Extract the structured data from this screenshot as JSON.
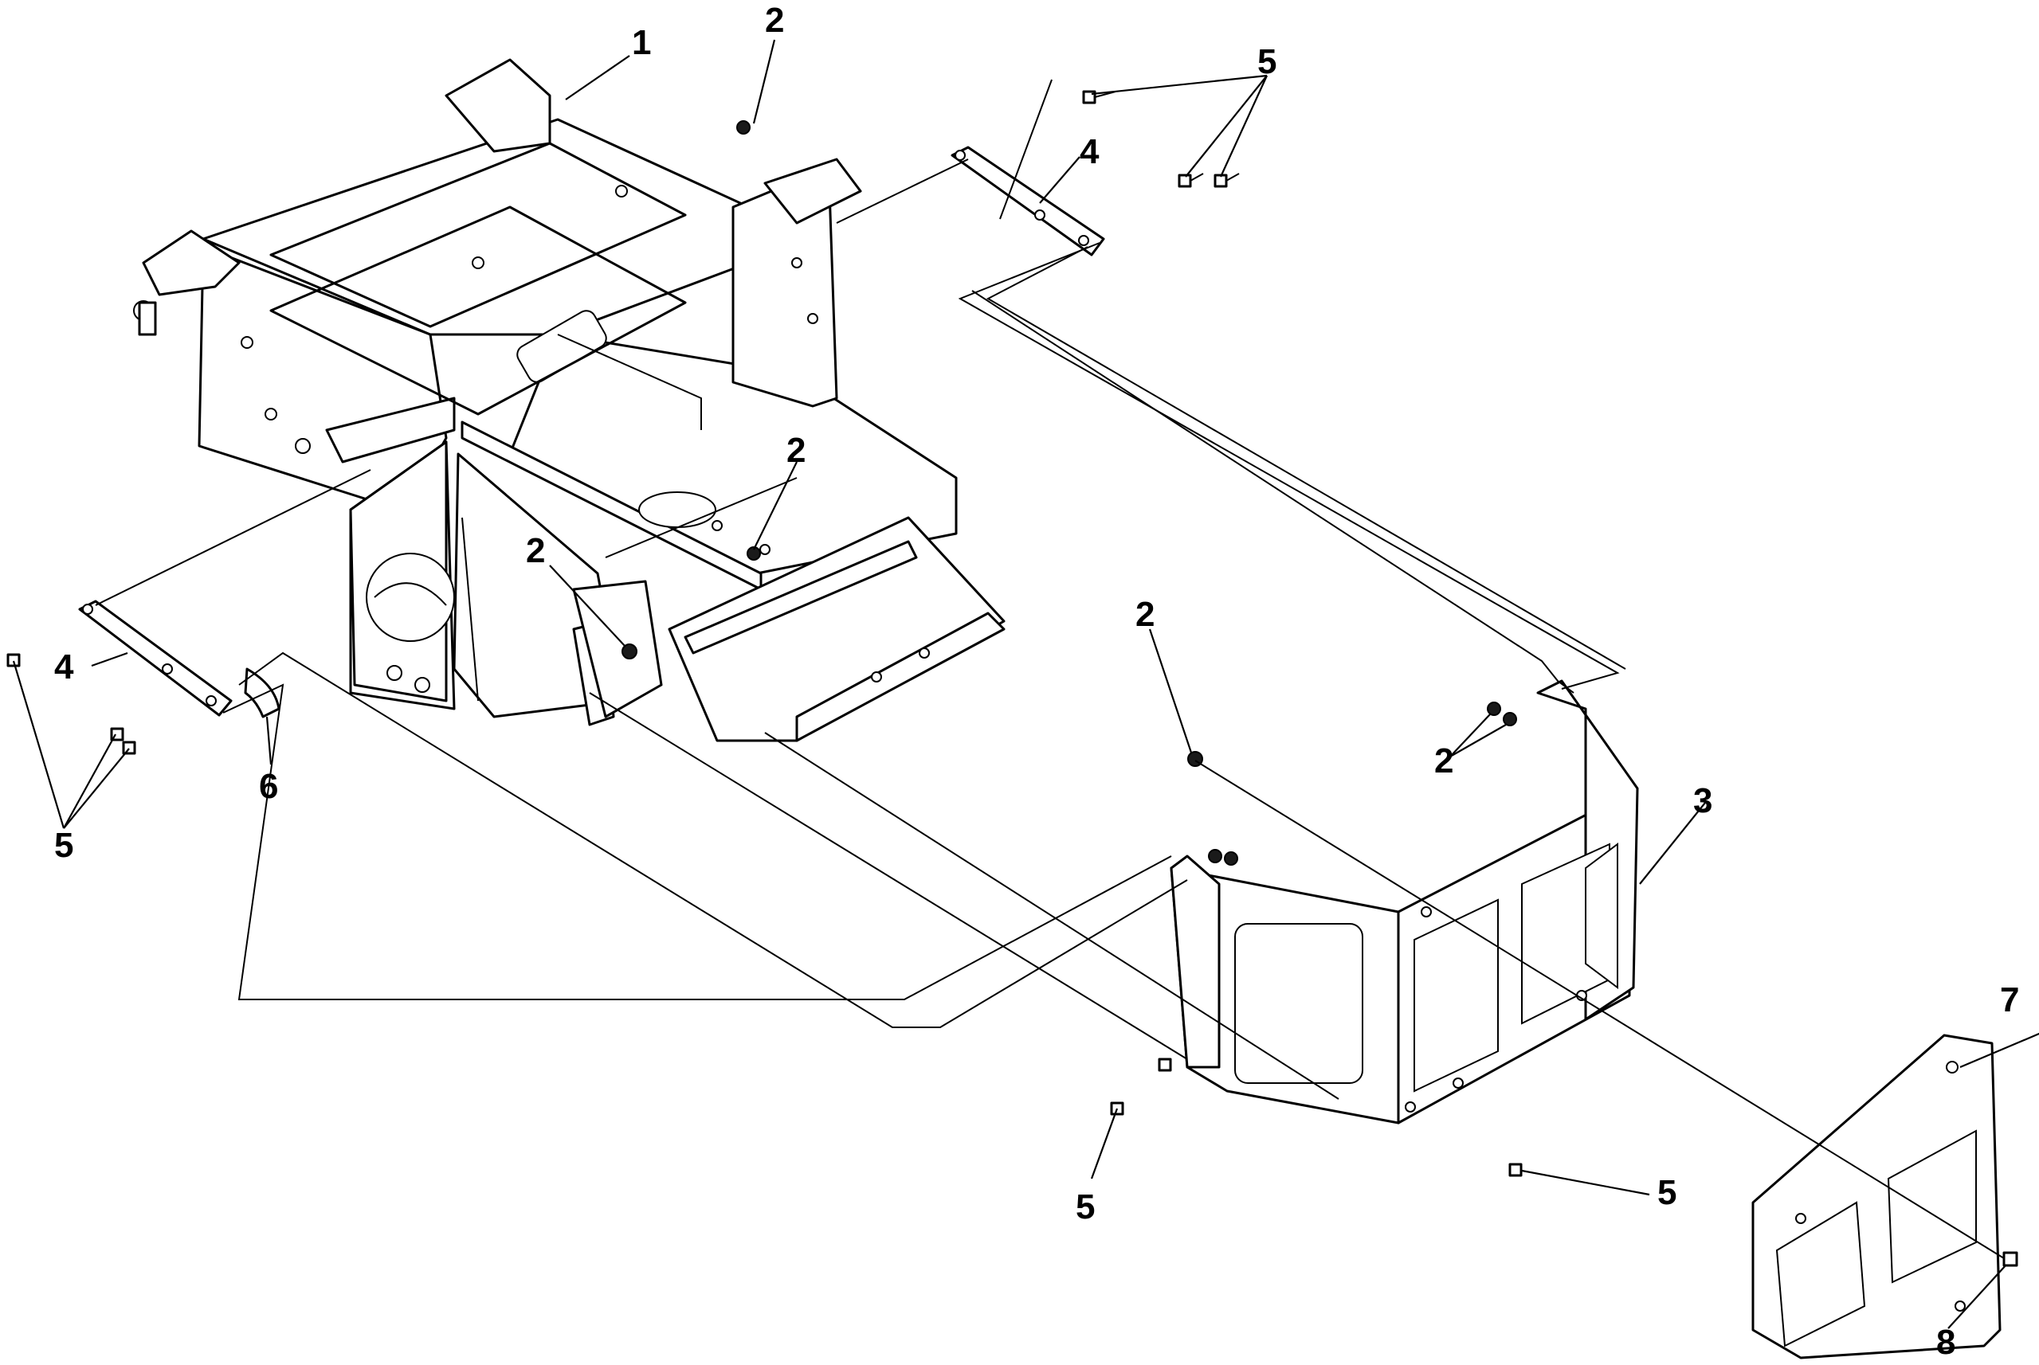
{
  "callouts": [
    {
      "id": "c1",
      "text": "1"
    },
    {
      "id": "c2a",
      "text": "2"
    },
    {
      "id": "c2b",
      "text": "2"
    },
    {
      "id": "c2c",
      "text": "2"
    },
    {
      "id": "c2d",
      "text": "2"
    },
    {
      "id": "c2e",
      "text": "2"
    },
    {
      "id": "c3",
      "text": "3"
    },
    {
      "id": "c4a",
      "text": "4"
    },
    {
      "id": "c4b",
      "text": "4"
    },
    {
      "id": "c5a",
      "text": "5"
    },
    {
      "id": "c5b",
      "text": "5"
    },
    {
      "id": "c5c",
      "text": "5"
    },
    {
      "id": "c5d",
      "text": "5"
    },
    {
      "id": "c6",
      "text": "6"
    },
    {
      "id": "c7",
      "text": "7"
    },
    {
      "id": "c8",
      "text": "8"
    }
  ]
}
